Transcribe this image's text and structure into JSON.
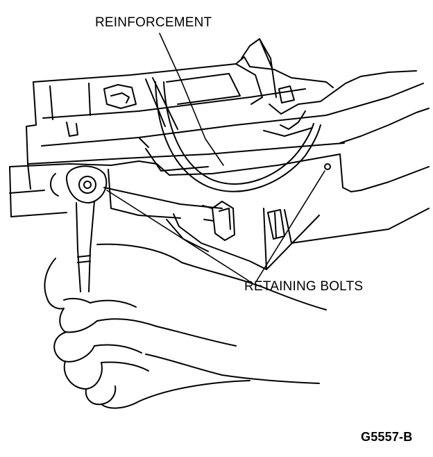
{
  "diagram": {
    "callouts": {
      "reinforcement": "REINFORCEMENT",
      "retaining_bolts": "RETAINING BOLTS"
    },
    "figure_code": "G5557-B",
    "colors": {
      "ink": "#000000",
      "paper": "#ffffff"
    }
  }
}
